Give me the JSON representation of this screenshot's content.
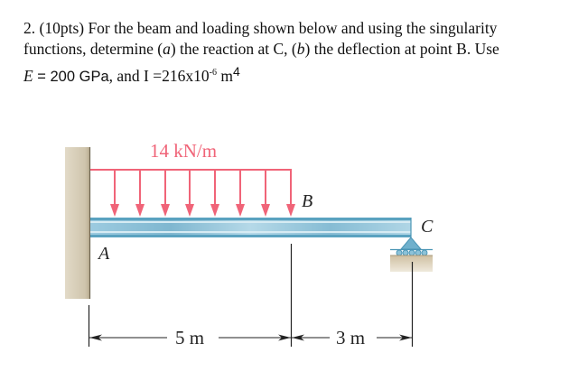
{
  "problem": {
    "number": "2.",
    "points": "(10pts)",
    "line1_rest": " For the beam and loading shown below and using the singularity",
    "line2_a": "functions, determine (",
    "part_a": "a",
    "line2_b": ") the reaction at C, (",
    "part_b": "b",
    "line2_c": ") the deflection at point B. Use",
    "E_symbol": "E",
    "E_value": " = 200 GPa",
    "line3_mid": ", and I =216x10",
    "I_exp": "-6",
    "I_unit": " m",
    "I_unit_exp": "4"
  },
  "figure": {
    "load_label": "14 kN/m",
    "point_A": "A",
    "point_B": "B",
    "point_C": "C",
    "dim_AB": "5 m",
    "dim_BC": "3 m",
    "colors": {
      "load": "#f06478",
      "beam": "#8fc4d8",
      "beam_edge": "#4a95b5",
      "wall": "#d6cdb8",
      "ground": "#d9cdb3"
    }
  }
}
